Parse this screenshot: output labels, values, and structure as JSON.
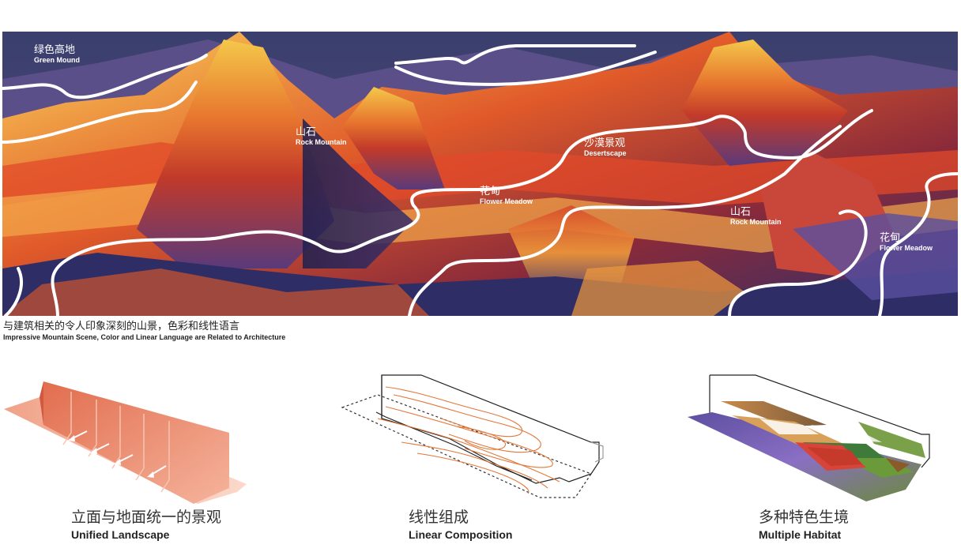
{
  "hero": {
    "labels": [
      {
        "zh": "绿色高地",
        "en": "Green Mound"
      },
      {
        "zh": "山石",
        "en": "Rock Mountain"
      },
      {
        "zh": "沙漠景观",
        "en": "Desertscape"
      },
      {
        "zh": "花甸",
        "en": "Flower Meadow"
      },
      {
        "zh": "山石",
        "en": "Rock Mountain"
      },
      {
        "zh": "花甸",
        "en": "Flower Meadow"
      }
    ]
  },
  "caption": {
    "zh": "与建筑相关的令人印象深刻的山景，色彩和线性语言",
    "en": "Impressive Mountain Scene, Color and Linear Language are  Related to Architecture"
  },
  "diagrams": [
    {
      "zh": "立面与地面统一的景观",
      "en": "Unified Landscape"
    },
    {
      "zh": "线性组成",
      "en": "Linear Composition"
    },
    {
      "zh": "多种特色生境",
      "en": "Multiple Habitat"
    }
  ],
  "colors": {
    "salmon": "#e8896a",
    "line_orange": "#e2773a",
    "white_line": "#ffffff"
  }
}
